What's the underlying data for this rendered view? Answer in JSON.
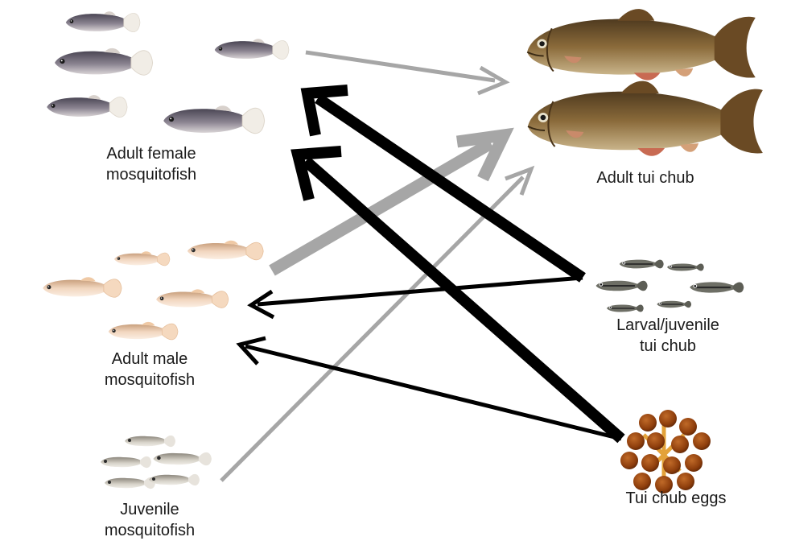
{
  "nodes": {
    "adult_female_mosquitofish": {
      "label_line1": "Adult female",
      "label_line2": "mosquitofish"
    },
    "adult_male_mosquitofish": {
      "label_line1": "Adult male",
      "label_line2": "mosquitofish"
    },
    "juvenile_mosquitofish": {
      "label_line1": "Juvenile",
      "label_line2": "mosquitofish"
    },
    "adult_tui_chub": {
      "label": "Adult tui chub"
    },
    "larval_juvenile_tui_chub": {
      "label_line1": "Larval/juvenile",
      "label_line2": "tui chub"
    },
    "tui_chub_eggs": {
      "label": "Tui chub eggs"
    }
  },
  "colors": {
    "strong_arrow": "#000000",
    "weak_arrow": "#a6a6a6",
    "mosquitofish_body": "#6b6470",
    "male_mosquitofish_body": "#e9c7a8",
    "tui_chub_body": "#7a5a30",
    "egg": "#9a4a12"
  }
}
